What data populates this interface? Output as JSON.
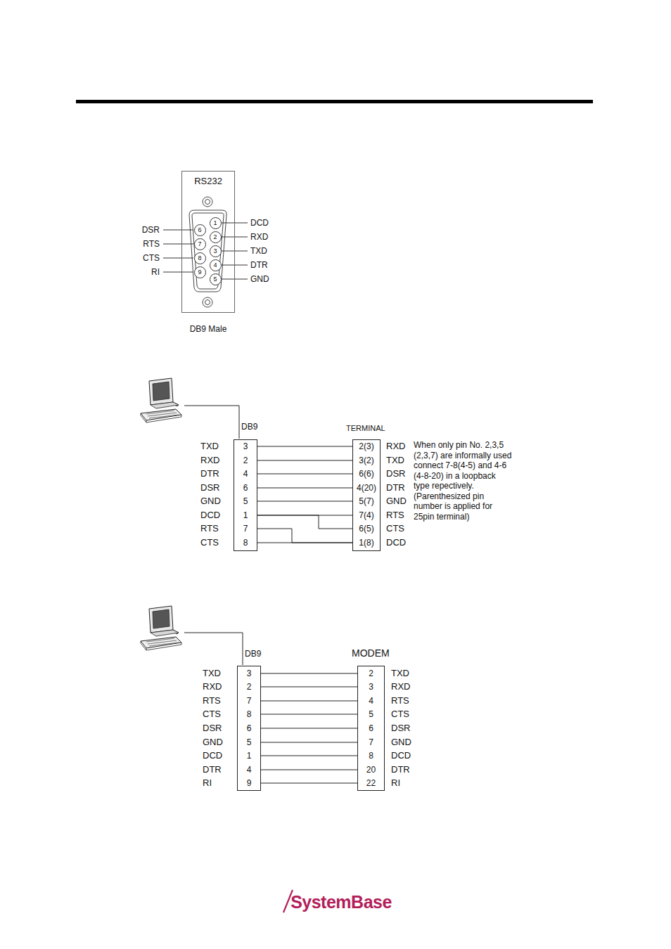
{
  "diagram": {
    "nodes": [
      {
        "text": [
          "RS232",
          "DB9 Male"
        ]
      },
      {
        "text": [
          "1"
        ],
        "in": 0
      },
      {
        "text": [
          "2"
        ],
        "in": 0
      },
      {
        "text": [
          "3"
        ],
        "in": 0
      },
      {
        "text": [
          "4"
        ],
        "in": 0
      },
      {
        "text": [
          "5"
        ],
        "in": 0
      },
      {
        "text": [
          "6"
        ],
        "in": 0
      },
      {
        "text": [
          "7"
        ],
        "in": 0
      },
      {
        "text": [
          "8"
        ],
        "in": 0
      },
      {
        "text": [
          "9"
        ],
        "in": 0
      },
      {
        "text": [
          "DB9",
          "3",
          "2",
          "4",
          "6",
          "5",
          "1",
          "7",
          "8"
        ]
      },
      {
        "text": [
          "TERMINAL",
          "2(3)",
          "3(2)",
          "6(6)",
          "4(20)",
          "5(7)",
          "7(4)",
          "6(5)",
          "1(8)"
        ]
      },
      {
        "text": [
          "DB9",
          "3",
          "2",
          "7",
          "8",
          "6",
          "5",
          "1",
          "4",
          "9"
        ]
      },
      {
        "text": [
          "MODEM",
          "2",
          "3",
          "4",
          "5",
          "6",
          "7",
          "8",
          "20",
          "22"
        ]
      }
    ],
    "edges": [
      {
        "from": 10,
        "to": 11,
        "arrow": "none"
      },
      {
        "from": 10,
        "to": 11,
        "arrow": "none"
      },
      {
        "from": 10,
        "to": 11,
        "arrow": "none"
      },
      {
        "from": 10,
        "to": 11,
        "arrow": "none"
      },
      {
        "from": 10,
        "to": 11,
        "arrow": "none"
      },
      {
        "from": 10,
        "to": 11,
        "arrow": "none"
      },
      {
        "from": 10,
        "to": 11,
        "arrow": "none"
      },
      {
        "from": 10,
        "to": 11,
        "arrow": "none"
      },
      {
        "from": 10,
        "to": 11,
        "arrow": "none"
      },
      {
        "from": 12,
        "to": 13,
        "arrow": "none"
      },
      {
        "from": 12,
        "to": 13,
        "arrow": "none"
      },
      {
        "from": 12,
        "to": 13,
        "arrow": "none"
      },
      {
        "from": 12,
        "to": 13,
        "arrow": "none"
      },
      {
        "from": 12,
        "to": 13,
        "arrow": "none"
      },
      {
        "from": 12,
        "to": 13,
        "arrow": "none"
      },
      {
        "from": 12,
        "to": 13,
        "arrow": "none"
      },
      {
        "from": 12,
        "to": 13,
        "arrow": "none"
      },
      {
        "from": 12,
        "to": 13,
        "arrow": "none"
      }
    ],
    "labels": [
      "DSR",
      "RTS",
      "CTS",
      "RI",
      "DCD",
      "RXD",
      "TXD",
      "DTR",
      "GND",
      "TXD",
      "RXD",
      "DTR",
      "DSR",
      "GND",
      "DCD",
      "RTS",
      "CTS",
      "RXD",
      "TXD",
      "DSR",
      "DTR",
      "GND",
      "RTS",
      "CTS",
      "DCD",
      "When only pin No. 2,3,5 (2,3,7) are informally used connect 7-8(4-5) and 4-6 (4-8-20) in a loopback type repectively. (Parenthesized pin number is applied for 25pin terminal)",
      "TXD",
      "RXD",
      "RTS",
      "CTS",
      "DSR",
      "GND",
      "DCD",
      "DTR",
      "RI",
      "TXD",
      "RXD",
      "RTS",
      "CTS",
      "DSR",
      "GND",
      "DCD",
      "DTR",
      "RI",
      "SystemBase"
    ]
  }
}
